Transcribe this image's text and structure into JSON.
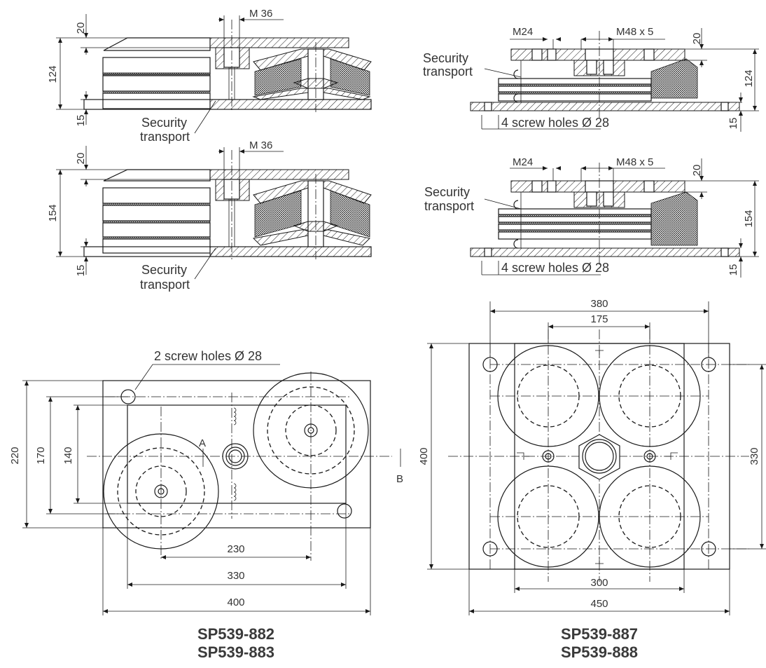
{
  "views": {
    "tl": {
      "dim_top": "20",
      "dim_height": "124",
      "dim_bottom": "15",
      "thread": "M 36",
      "label_line1": "Security",
      "label_line2": "transport"
    },
    "ml": {
      "dim_top": "20",
      "dim_height": "154",
      "dim_bottom": "15",
      "thread": "M 36",
      "label_line1": "Security",
      "label_line2": "transport"
    },
    "tr": {
      "thread_small": "M24",
      "thread_large": "M48 x 5",
      "dim_top": "20",
      "dim_height": "124",
      "dim_bottom": "15",
      "label_line1": "Security",
      "label_line2": "transport",
      "holes": "4 screw holes Ø 28"
    },
    "mr": {
      "thread_small": "M24",
      "thread_large": "M48 x 5",
      "dim_top": "20",
      "dim_height": "154",
      "dim_bottom": "15",
      "label_line1": "Security",
      "label_line2": "transport",
      "holes": "4 screw holes Ø 28"
    },
    "bl": {
      "holes": "2 screw holes Ø 28",
      "dim_220": "220",
      "dim_170": "170",
      "dim_140": "140",
      "dim_230": "230",
      "dim_330": "330",
      "dim_400": "400",
      "mark_a": "A",
      "mark_b": "B"
    },
    "br": {
      "dim_380": "380",
      "dim_175": "175",
      "dim_400": "400",
      "dim_330": "330",
      "dim_300": "300",
      "dim_450": "450"
    }
  },
  "models": {
    "left": [
      "SP539-882",
      "SP539-883"
    ],
    "right": [
      "SP539-887",
      "SP539-888"
    ]
  }
}
